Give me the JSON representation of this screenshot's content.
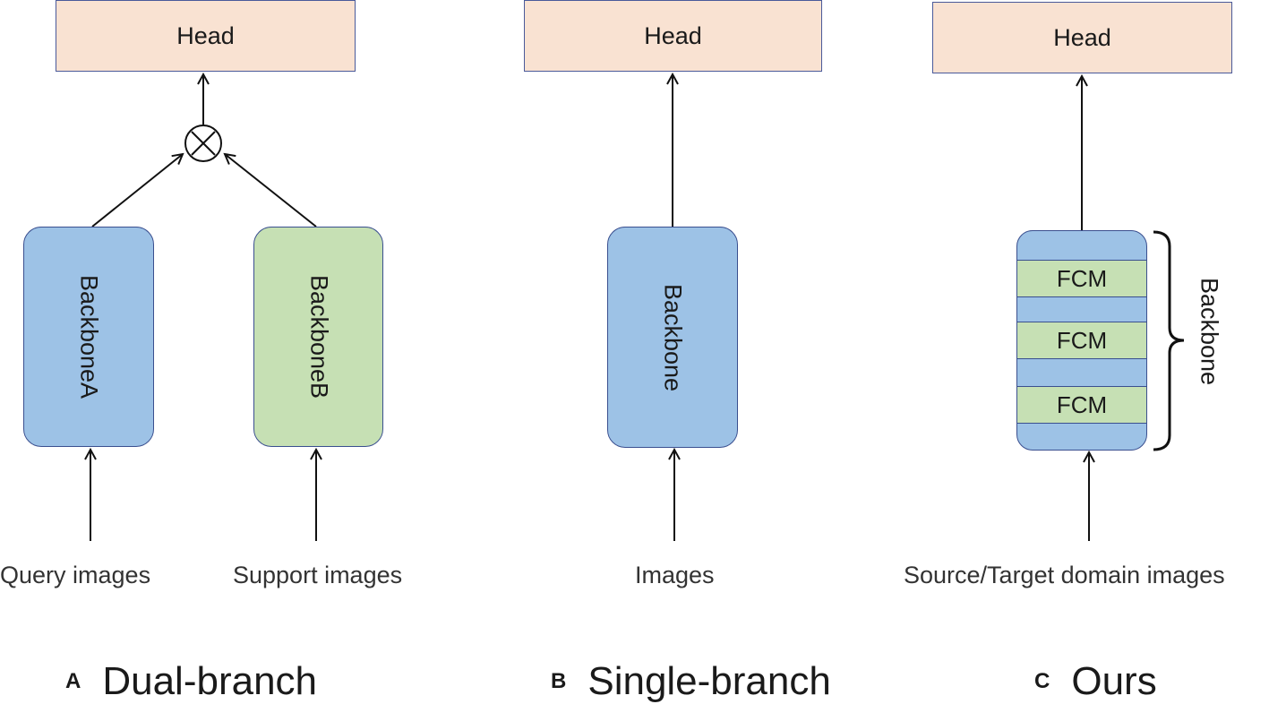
{
  "panels": {
    "a": {
      "head": "Head",
      "backbone_a": "BackboneA",
      "backbone_b": "BackboneB",
      "input_query": "Query images",
      "input_support": "Support images",
      "letter": "A",
      "title": "Dual-branch"
    },
    "b": {
      "head": "Head",
      "backbone": "Backbone",
      "input": "Images",
      "letter": "B",
      "title": "Single-branch"
    },
    "c": {
      "head": "Head",
      "fcm": [
        "FCM",
        "FCM",
        "FCM"
      ],
      "brace_label": "Backbone",
      "input": "Source/Target domain images",
      "letter": "C",
      "title": "Ours"
    }
  },
  "colors": {
    "head_fill": "#f9e2d2",
    "backbone_blue": "#9dc2e6",
    "backbone_green": "#c6e0b4",
    "outline": "#3a4f8f"
  }
}
